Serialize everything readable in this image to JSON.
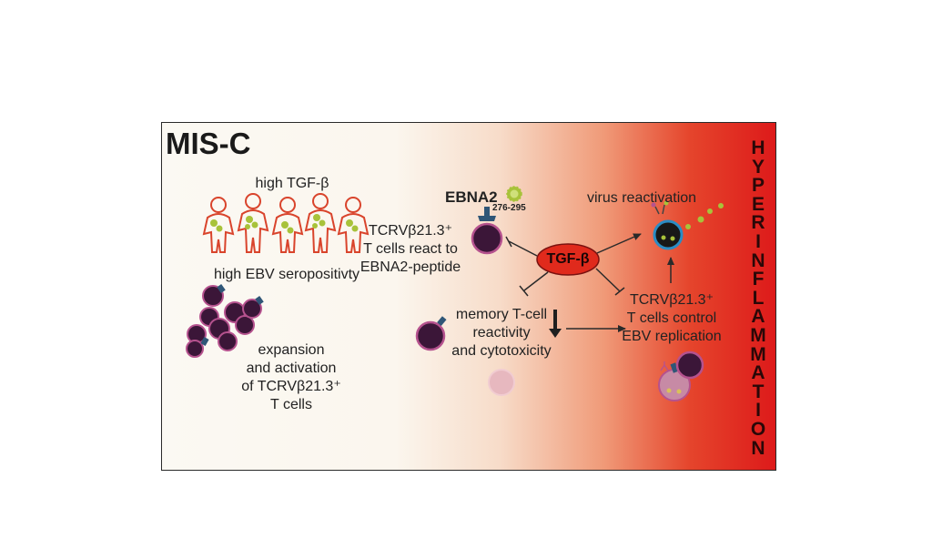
{
  "title": "MIS-C",
  "left": {
    "tgf_label": "high TGF-β",
    "ebv_label": "high EBV seropositivty",
    "expansion_label": [
      "expansion",
      "and activation",
      "of TCRVβ21.3⁺",
      "T cells"
    ]
  },
  "center": {
    "ebna2_label": "EBNA2",
    "ebna2_range": "276-295",
    "react_label": [
      "TCRVβ21.3⁺",
      "T cells react to",
      "EBNA2-peptide"
    ],
    "tgf_node": "TGF-β",
    "memory_label": [
      "memory T-cell",
      "reactivity",
      "and cytotoxicity"
    ]
  },
  "right": {
    "virus_label": "virus reactivation",
    "control_label": [
      "TCRVβ21.3⁺",
      "T cells control",
      "EBV replication"
    ],
    "side_label": "HYPERINFLAMMATION"
  },
  "colors": {
    "panel_border": "#2a2a2a",
    "gradient_end": "#dd1a1a",
    "tgf_node_fill": "#e02a1c",
    "tcell_fill": "#3b1638",
    "tcell_ring": "#b5528e",
    "virus": "#a8c23a",
    "figure_outline": "#d9442c"
  }
}
